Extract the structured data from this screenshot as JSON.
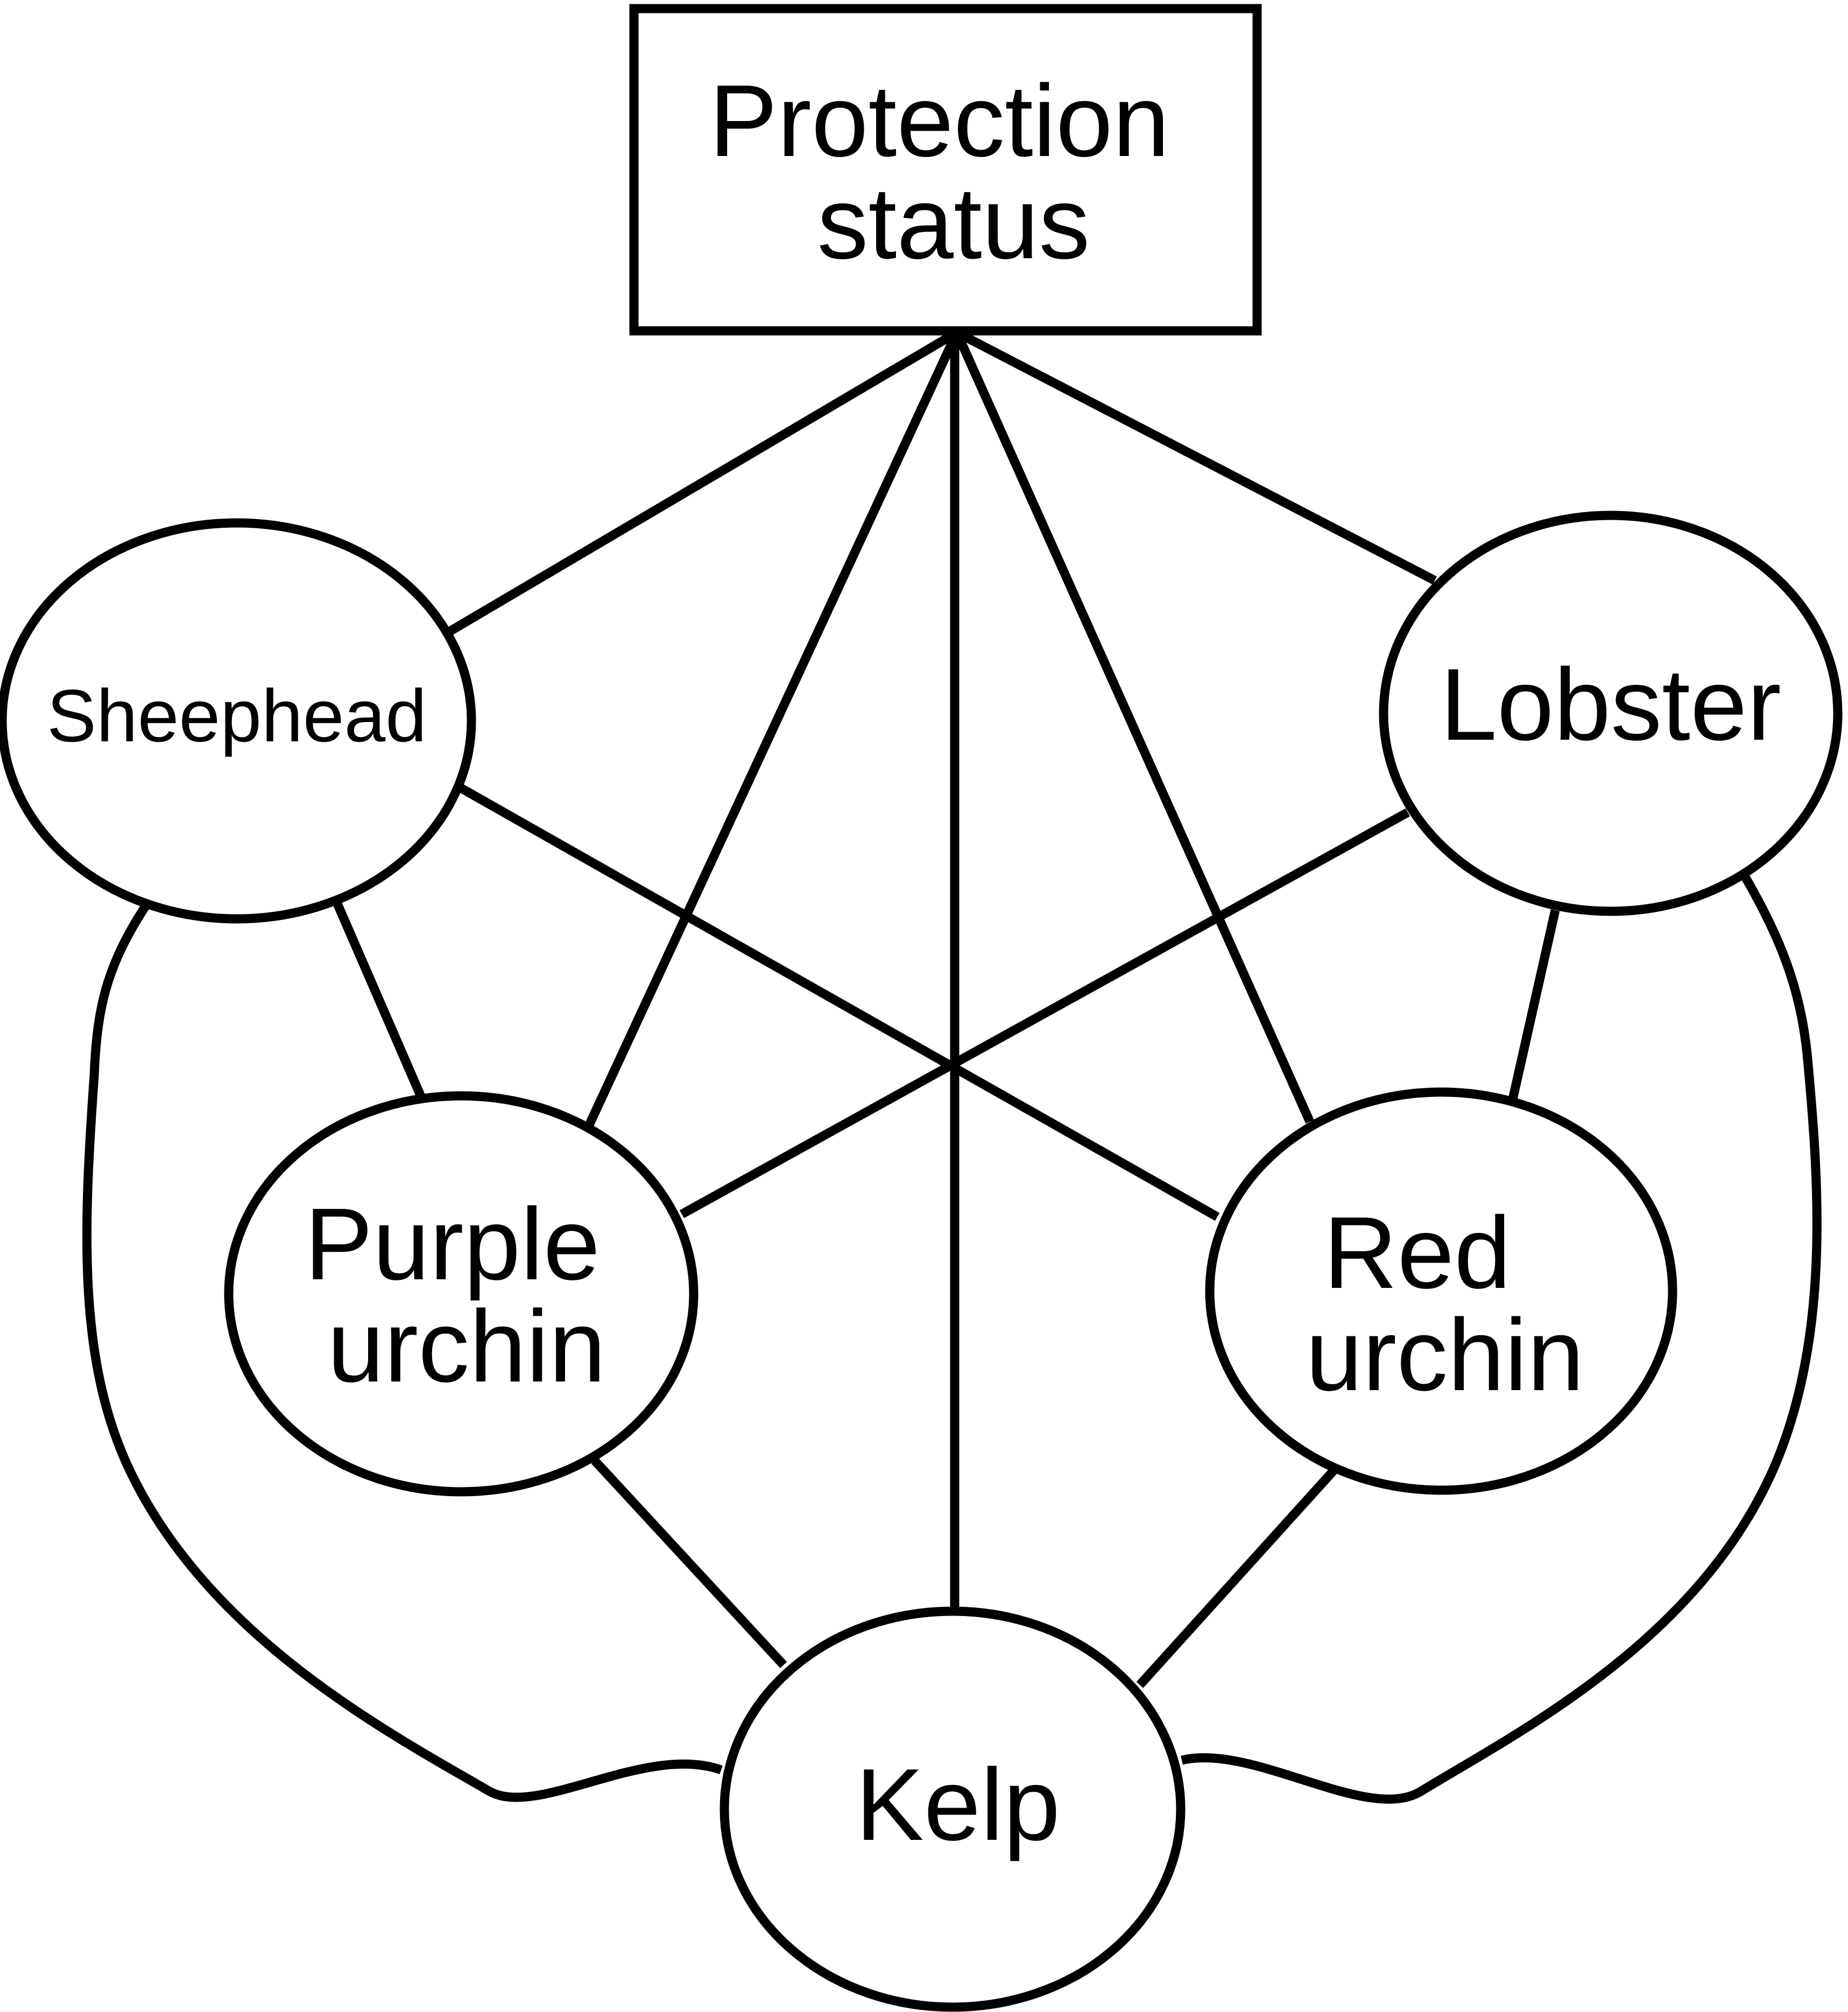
{
  "diagram": {
    "nodes": {
      "protection_status": {
        "lines": [
          "Protection",
          "status"
        ],
        "shape": "rectangle"
      },
      "sheephead": {
        "lines": [
          "Sheephead"
        ],
        "shape": "ellipse"
      },
      "lobster": {
        "lines": [
          "Lobster"
        ],
        "shape": "ellipse"
      },
      "purple_urchin": {
        "lines": [
          "Purple",
          "urchin"
        ],
        "shape": "ellipse"
      },
      "red_urchin": {
        "lines": [
          "Red",
          "urchin"
        ],
        "shape": "ellipse"
      },
      "kelp": {
        "lines": [
          "Kelp"
        ],
        "shape": "ellipse"
      }
    },
    "edges": [
      {
        "from": "Protection status",
        "to": "Sheephead"
      },
      {
        "from": "Protection status",
        "to": "Lobster"
      },
      {
        "from": "Protection status",
        "to": "Purple urchin"
      },
      {
        "from": "Protection status",
        "to": "Red urchin"
      },
      {
        "from": "Protection status",
        "to": "Kelp"
      },
      {
        "from": "Sheephead",
        "to": "Purple urchin"
      },
      {
        "from": "Sheephead",
        "to": "Red urchin"
      },
      {
        "from": "Sheephead",
        "to": "Kelp"
      },
      {
        "from": "Lobster",
        "to": "Purple urchin"
      },
      {
        "from": "Lobster",
        "to": "Red urchin"
      },
      {
        "from": "Lobster",
        "to": "Kelp"
      },
      {
        "from": "Purple urchin",
        "to": "Kelp"
      },
      {
        "from": "Red urchin",
        "to": "Kelp"
      }
    ],
    "colors": {
      "stroke": "#000000",
      "background": "#ffffff"
    }
  }
}
